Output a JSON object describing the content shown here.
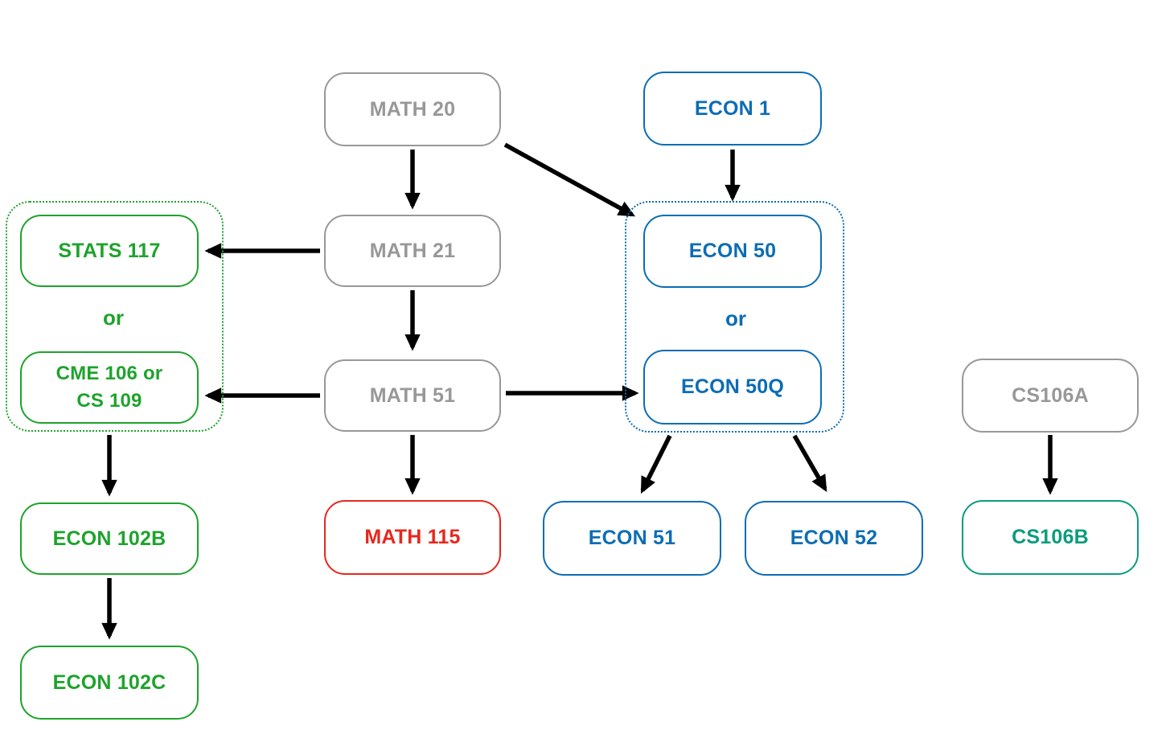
{
  "diagram": {
    "nodes": {
      "math20": {
        "label": "MATH 20",
        "color_role": "gray"
      },
      "econ1": {
        "label": "ECON 1",
        "color_role": "blue"
      },
      "stats117": {
        "label": "STATS 117",
        "color_role": "green"
      },
      "math21": {
        "label": "MATH 21",
        "color_role": "gray"
      },
      "econ50": {
        "label": "ECON 50",
        "color_role": "blue"
      },
      "cme106_cs109": {
        "label": "CME 106 or CS 109",
        "lines": [
          "CME 106 or",
          "CS 109"
        ],
        "color_role": "green"
      },
      "math51": {
        "label": "MATH 51",
        "color_role": "gray"
      },
      "econ50q": {
        "label": "ECON 50Q",
        "color_role": "blue"
      },
      "cs106a": {
        "label": "CS106A",
        "color_role": "gray"
      },
      "econ102b": {
        "label": "ECON 102B",
        "color_role": "green"
      },
      "math115": {
        "label": "MATH 115",
        "color_role": "red"
      },
      "econ51": {
        "label": "ECON 51",
        "color_role": "blue"
      },
      "econ52": {
        "label": "ECON 52",
        "color_role": "blue"
      },
      "cs106b": {
        "label": "CS106B",
        "color_role": "teal"
      },
      "econ102c": {
        "label": "ECON 102C",
        "color_role": "green"
      }
    },
    "groups": {
      "stats_or_cme": {
        "or_label": "or",
        "members": [
          "stats117",
          "cme106_cs109"
        ],
        "color_role": "green"
      },
      "econ50_or_econ50q": {
        "or_label": "or",
        "members": [
          "econ50",
          "econ50q"
        ],
        "color_role": "blue"
      }
    },
    "edges": [
      {
        "from": "math20",
        "to": "math21"
      },
      {
        "from": "math20",
        "to": "econ50"
      },
      {
        "from": "econ1",
        "to": "econ50"
      },
      {
        "from": "math21",
        "to": "stats117"
      },
      {
        "from": "math21",
        "to": "math51"
      },
      {
        "from": "math51",
        "to": "cme106_cs109"
      },
      {
        "from": "math51",
        "to": "econ50q"
      },
      {
        "from": "math51",
        "to": "math115"
      },
      {
        "from": "stats_or_cme",
        "to": "econ102b"
      },
      {
        "from": "econ102b",
        "to": "econ102c"
      },
      {
        "from": "econ50_or_econ50q",
        "to": "econ51"
      },
      {
        "from": "econ50_or_econ50q",
        "to": "econ52"
      },
      {
        "from": "cs106a",
        "to": "cs106b"
      }
    ],
    "colors": {
      "gray": "#989898",
      "blue": "#0C6DB4",
      "green": "#1EA32C",
      "teal": "#0A9C7E",
      "red": "#E6281E",
      "arrow": "#000000",
      "background": "#FFFFFF"
    }
  }
}
